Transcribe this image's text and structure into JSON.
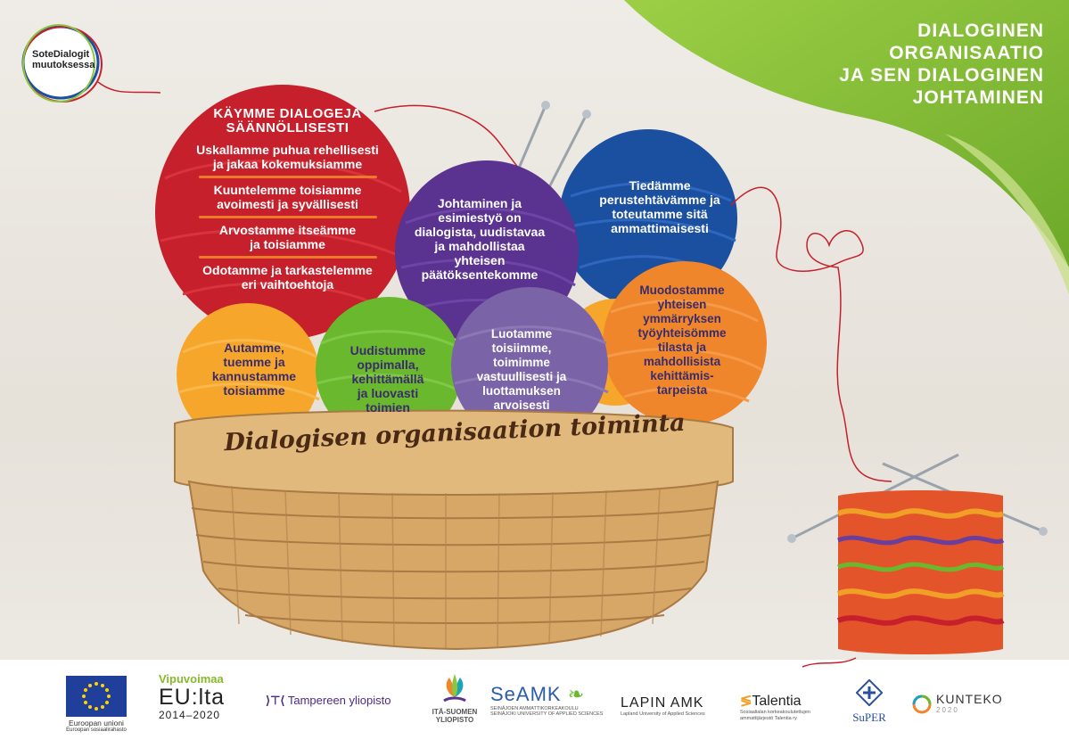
{
  "title": {
    "lines": [
      "DIALOGINEN",
      "ORGANISAATIO",
      "JA SEN DIALOGINEN",
      "JOHTAMINEN"
    ]
  },
  "logo_sote": {
    "line1": "SoteDialogit",
    "line2": "muutoksessa"
  },
  "balls": {
    "red": {
      "heading_line1": "KÄYMME DIALOGEJA",
      "heading_line2": "SÄÄNNÖLLISESTI",
      "items": [
        [
          "Uskallamme puhua rehellisesti",
          "ja jakaa kokemuksiamme"
        ],
        [
          "Kuuntelemme toisiamme",
          "avoimesti ja syvällisesti"
        ],
        [
          "Arvostamme itseämme",
          "ja toisiamme"
        ],
        [
          "Odotamme ja tarkastelemme",
          "eri vaihtoehtoja"
        ]
      ]
    },
    "purple": [
      "Johtaminen ja",
      "esimiestyö on",
      "dialogista, uudistavaa",
      "ja mahdollistaa",
      "yhteisen",
      "päätöksentekomme"
    ],
    "blue": [
      "Tiedämme",
      "perustehtävämme ja",
      "toteutamme sitä",
      "ammattimaisesti"
    ],
    "orange_right": [
      "Muodostamme",
      "yhteisen",
      "ymmärryksen",
      "työyhteisömme",
      "tilasta ja",
      "mahdollisista",
      "kehittämis-",
      "tarpeista"
    ],
    "orange_left": [
      "Autamme,",
      "tuemme ja",
      "kannustamme",
      "toisiamme"
    ],
    "green": [
      "Uudistumme",
      "oppimalla,",
      "kehittämällä",
      "ja luovasti",
      "toimien"
    ],
    "lavender": [
      "Luotamme",
      "toisiimme,",
      "toimimme",
      "vastuullisesti ja",
      "luottamuksen",
      "arvoisesti"
    ]
  },
  "basket_label": "Dialogisen organisaation toiminta",
  "footer_logos": {
    "eu": {
      "name": "Euroopan unioni",
      "sub": "Euroopan sosiaalirahasto"
    },
    "vipuvoimaa": {
      "a": "Vipuvoimaa",
      "b": "EU:lta",
      "c": "2014–2020"
    },
    "tampere": "Tampereen yliopisto",
    "ita_suomen": [
      "ITÄ-SUOMEN",
      "YLIOPISTO"
    ],
    "seamk": {
      "a": "SeAMK",
      "b1": "SEINÄJOEN AMMATTIKORKEAKOULU",
      "b2": "SEINÄJOKI UNIVERSITY OF APPLIED SCIENCES"
    },
    "lapin": {
      "a": "LAPIN AMK",
      "b": "Lapland University of Applied Sciences"
    },
    "talentia": {
      "a": "Talentia",
      "b1": "Sosiaalialan korkeakoulutettujen",
      "b2": "ammattijärjestö Talentia ry"
    },
    "super": "SuPER",
    "kunteko": {
      "a": "KUNTEKO",
      "b": "2020"
    }
  },
  "colors": {
    "green_accent": "#8cc63f",
    "red_ball": "#c5202b",
    "purple_ball": "#5a3290",
    "blue_ball": "#1b4fa0",
    "orange_ball": "#f0862c",
    "yellow_ball": "#f6a72b",
    "green_ball": "#6ab82e",
    "lavender_ball": "#7a63a6",
    "basket": "#d9ac70"
  }
}
